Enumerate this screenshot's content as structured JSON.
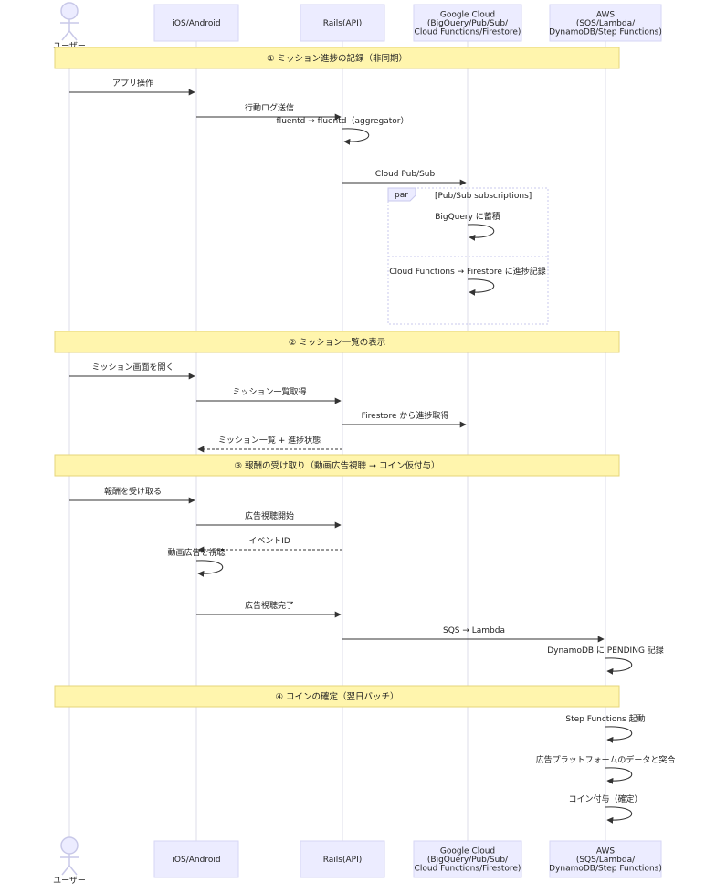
{
  "actors": [
    {
      "id": "user",
      "kind": "person",
      "lines": [
        "ユーザー"
      ]
    },
    {
      "id": "app",
      "kind": "box",
      "lines": [
        "iOS/Android"
      ]
    },
    {
      "id": "rails",
      "kind": "box",
      "lines": [
        "Rails(API)"
      ]
    },
    {
      "id": "gcp",
      "kind": "box",
      "lines": [
        "Google Cloud",
        "(BigQuery/Pub/Sub/",
        "Cloud Functions/Firestore)"
      ]
    },
    {
      "id": "aws",
      "kind": "box",
      "lines": [
        "AWS",
        "(SQS/Lambda/",
        "DynamoDB/Step Functions)"
      ]
    }
  ],
  "sections": [
    "① ミッション進捗の記録（非同期）",
    "② ミッション一覧の表示",
    "③ 報酬の受け取り（動画広告視聴 → コイン仮付与）",
    "④ コインの確定（翌日バッチ）"
  ],
  "par_block": {
    "keyword": "par",
    "label": "[Pub/Sub subscriptions]"
  },
  "messages": [
    {
      "from": "user",
      "to": "app",
      "text": "アプリ操作",
      "style": "solid"
    },
    {
      "from": "app",
      "to": "rails",
      "text": "行動ログ送信",
      "style": "solid"
    },
    {
      "from": "rails",
      "to": "rails",
      "text": "fluentd → fluentd（aggregator）",
      "style": "self"
    },
    {
      "from": "rails",
      "to": "gcp",
      "text": "Cloud Pub/Sub",
      "style": "solid"
    },
    {
      "from": "gcp",
      "to": "gcp",
      "text": "BigQuery に蓄積",
      "style": "self"
    },
    {
      "from": "gcp",
      "to": "gcp",
      "text": "Cloud Functions → Firestore に進捗記録",
      "style": "self"
    },
    {
      "from": "user",
      "to": "app",
      "text": "ミッション画面を開く",
      "style": "solid"
    },
    {
      "from": "app",
      "to": "rails",
      "text": "ミッション一覧取得",
      "style": "solid"
    },
    {
      "from": "rails",
      "to": "gcp",
      "text": "Firestore から進捗取得",
      "style": "solid"
    },
    {
      "from": "rails",
      "to": "app",
      "text": "ミッション一覧 + 進捗状態",
      "style": "dashed"
    },
    {
      "from": "user",
      "to": "app",
      "text": "報酬を受け取る",
      "style": "solid"
    },
    {
      "from": "app",
      "to": "rails",
      "text": "広告視聴開始",
      "style": "solid"
    },
    {
      "from": "rails",
      "to": "app",
      "text": "イベントID",
      "style": "dashed"
    },
    {
      "from": "app",
      "to": "app",
      "text": "動画広告を視聴",
      "style": "self"
    },
    {
      "from": "app",
      "to": "rails",
      "text": "広告視聴完了",
      "style": "solid"
    },
    {
      "from": "rails",
      "to": "aws",
      "text": "SQS → Lambda",
      "style": "solid"
    },
    {
      "from": "aws",
      "to": "aws",
      "text": "DynamoDB に PENDING 記録",
      "style": "self"
    },
    {
      "from": "aws",
      "to": "aws",
      "text": "Step Functions 起動",
      "style": "self"
    },
    {
      "from": "aws",
      "to": "aws",
      "text": "広告プラットフォームのデータと突合",
      "style": "self"
    },
    {
      "from": "aws",
      "to": "aws",
      "text": "コイン付与（確定）",
      "style": "self"
    }
  ]
}
